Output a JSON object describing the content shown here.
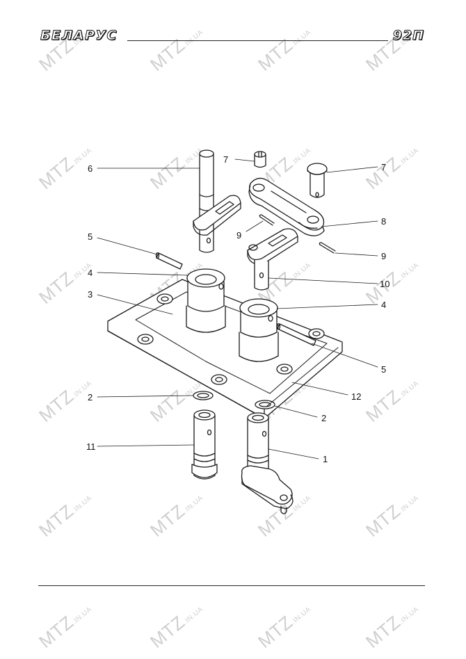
{
  "header": {
    "brand": "БЕЛАРУС",
    "model": "92П"
  },
  "watermark": {
    "main": "MTZ",
    "suffix": ".IN.UA"
  },
  "callouts": {
    "c1": "1",
    "c2a": "2",
    "c2b": "2",
    "c3": "3",
    "c4a": "4",
    "c4b": "4",
    "c5a": "5",
    "c5b": "5",
    "c6": "6",
    "c7a": "7",
    "c7b": "7",
    "c8": "8",
    "c9a": "9",
    "c9b": "9",
    "c10": "10",
    "c11": "11",
    "c12": "12"
  }
}
